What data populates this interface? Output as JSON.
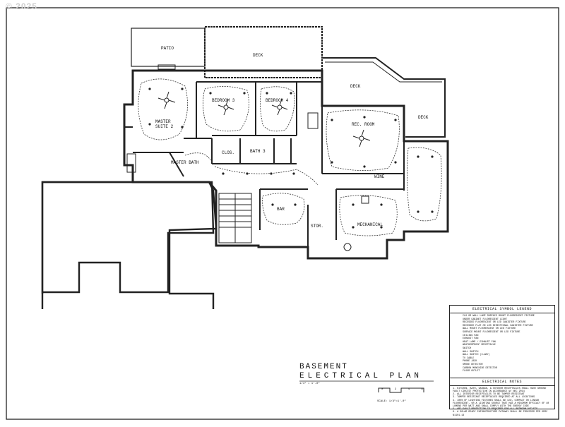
{
  "watermark": "© 2025",
  "rooms": {
    "patio": "PATIO",
    "deck_top": "DECK",
    "deck_right": "DECK",
    "deck_small": "DECK",
    "master_suite": "MASTER",
    "master_suite_2": "SUITE 2",
    "bedroom3": "BEDROOM 3",
    "bedroom4": "BEDROOM 4",
    "rec_room": "REC. ROOM",
    "closet": "CLOS.",
    "bath3": "BATH 3",
    "master_bath": "MASTER BATH",
    "bar": "BAR",
    "mechanical": "MECHANICAL",
    "storage": "STOR.",
    "wine": "WINE"
  },
  "legend": {
    "title": "ELECTRICAL SYMBOL LEGEND",
    "items": [
      "CLG OR WALL LAMP SURFACE MOUNT FLUORESCENT FIXTURE",
      "UNDER CABINET FLUORESCENT LIGHT",
      "RECESSED FLUORESCENT OR LED CANISTER FIXTURE",
      "RECESSED FLAT OR LED DIRECTIONAL CANISTER FIXTURE",
      "WALL MOUNT FLUORESCENT OR LED FIXTURE",
      "SURFACE MOUNT FLUORESCENT OR LED FIXTURE",
      "CEILING FAN",
      "EXHAUST FAN",
      "HEAT LAMP / EXHAUST FAN",
      "WEATHERPROOF RECEPTACLE",
      "SWITCH",
      "WALL SWITCH",
      "WALL SWITCH (3-WAY)",
      "TV CABLE",
      "PHONE JACK",
      "SMOKE DETECTOR",
      "CARBON MONOXIDE DETECTOR",
      "FLOOR OUTLET"
    ],
    "notes_title": "ELECTRICAL NOTES",
    "notes": [
      "1. KITCHEN, BATH, GARAGE, & OUTDOOR RECEPTACLES SHALL HAVE GROUND FAULT CIRCUIT PROTECTION IN ACCORDANCE W/ NEC 2014",
      "2. ALL INTERIOR RECEPTACLES TO BE TAMPER RESISTANT",
      "3. TAMPER RESISTANT RECEPTACLES REQUIRED AT ALL LOCATIONS",
      "4. 100% OF LIGHTING FIXTURES SHALL BE LED, COMPACT OR LINEAR FLUORESCENT, OR A LIGHTING SOURCE THAT HAS A MINIMUM EFFICACY OF 40 LUMENS PER WATT AND SHALL COMPLY WITH THE ENERGY CODE",
      "5. ARC FAULT PROTECTION IS REQUIRED FOR ALL BEDROOM OUTLETS",
      "6. A SOLAR READY INFRASTRUCTURE PATHWAY SHALL BE PROVIDED PER ORSC N1101.14"
    ]
  },
  "title_block": {
    "line1": "BASEMENT",
    "line2": "ELECTRICAL PLAN",
    "scale_text": "1/4\" = 1'-0\"",
    "scale_ticks": "0 2 4 8",
    "scale_label": "SCALE: 1/4\"=1'-0\""
  }
}
